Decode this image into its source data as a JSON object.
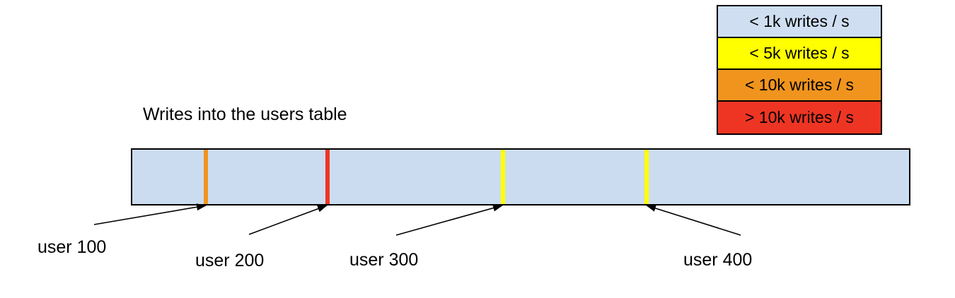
{
  "title": "Writes into the users table",
  "legend": {
    "items": [
      {
        "label": "< 1k writes / s",
        "color": "#cfdff1"
      },
      {
        "label": "< 5k writes / s",
        "color": "#ffff00"
      },
      {
        "label": "< 10k writes / s",
        "color": "#f0941e"
      },
      {
        "label": "> 10k writes / s",
        "color": "#ee3524"
      }
    ]
  },
  "bar": {
    "fill": "#ccdcf0",
    "default_rate": "< 1k writes / s"
  },
  "hotspots": [
    {
      "label": "user 100",
      "color": "#f0941e",
      "rate": "< 10k writes / s"
    },
    {
      "label": "user 200",
      "color": "#ee3524",
      "rate": "> 10k writes / s"
    },
    {
      "label": "user 300",
      "color": "#ffff00",
      "rate": "< 5k writes / s"
    },
    {
      "label": "user 400",
      "color": "#ffff00",
      "rate": "< 5k writes / s"
    }
  ]
}
